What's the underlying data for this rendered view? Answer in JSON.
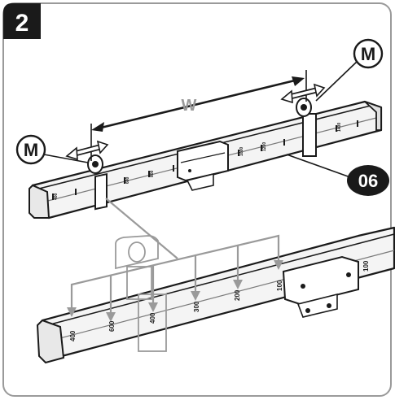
{
  "step": {
    "number": "2"
  },
  "labels": {
    "width": "W",
    "mount_left": "M",
    "mount_right": "M",
    "part": "06"
  },
  "scale_top": [
    "400",
    "600",
    "800",
    "1000",
    "1200",
    "1400"
  ],
  "scale_bottom": [
    "400",
    "600",
    "400",
    "300",
    "200",
    "100",
    "100"
  ],
  "colors": {
    "outline": "#1a1a1a",
    "step_badge": "#1a1a1a",
    "callout_arrow": "#9a9a9a",
    "rail_fill": "#f4f4f4",
    "rail_shadow": "#d8d8d8"
  }
}
